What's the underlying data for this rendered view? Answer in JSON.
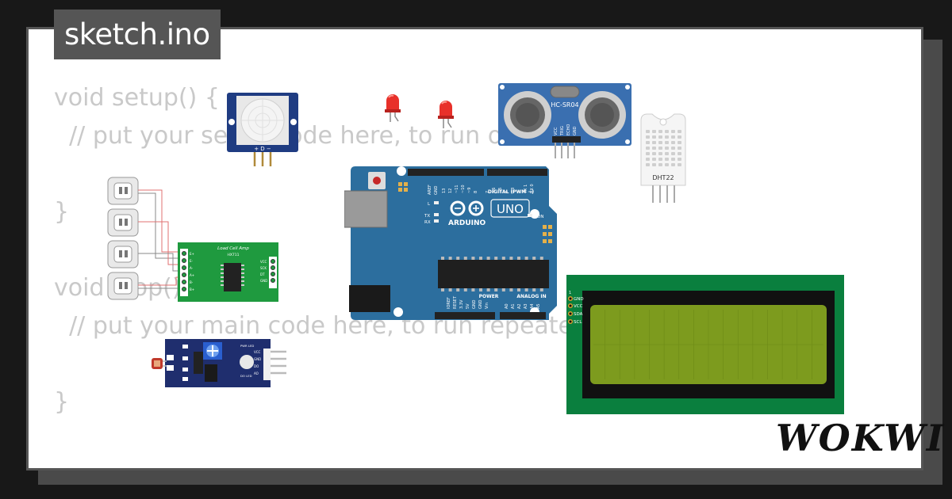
{
  "header": {
    "filename": "sketch.ino"
  },
  "code_lines": [
    "void setup() {",
    "  // put your setup code here, to run once:",
    "",
    "}",
    "",
    "void loop() {",
    "  // put your main code here, to run repeatedly:",
    "",
    "}"
  ],
  "brand": {
    "logo_text": "WOKWI"
  },
  "components": {
    "pir": {
      "pins": "+ D −"
    },
    "ultrasonic": {
      "label": "HC-SR04",
      "pins": [
        "VCC",
        "TRIG",
        "ECHO",
        "GND"
      ]
    },
    "dht": {
      "label": "DHT22"
    },
    "hx711": {
      "title": "Load Cell Amp",
      "chip": "HX711",
      "left_pins": [
        "E+",
        "E-",
        "A-",
        "A+",
        "B-",
        "B+"
      ],
      "right_pins": [
        "VCC",
        "SCK",
        "DT",
        "GND"
      ]
    },
    "arduino": {
      "brand": "ARDUINO",
      "model": "UNO",
      "digital_label": "DIGITAL (PWM ~)",
      "power_label": "POWER",
      "analog_label": "ANALOG IN",
      "aref": "AREF",
      "gnd": "GND",
      "led_l": "L",
      "tx": "TX",
      "rx": "RX",
      "on": "ON",
      "digital_pins": [
        "13",
        "12",
        "~11",
        "~10",
        "~9",
        "8",
        "7",
        "~6",
        "~5",
        "4",
        "~3",
        "2",
        "TX 1",
        "RX 0"
      ],
      "power_pins": [
        "IOREF",
        "RESET",
        "3.3V",
        "5V",
        "GND",
        "GND",
        "Vin"
      ],
      "analog_pins": [
        "A0",
        "A1",
        "A2",
        "A3",
        "A4",
        "A5"
      ]
    },
    "lcd": {
      "pins": [
        "GND",
        "VCC",
        "SDA",
        "SCL"
      ],
      "pin_index": "1"
    },
    "ldr": {
      "pins": [
        "VCC",
        "GND",
        "DO",
        "AO"
      ],
      "led1": "PWR LED",
      "led2": "DO LED"
    }
  },
  "colors": {
    "arduino_blue": "#2c6e9e",
    "lcd_green": "#0a7f3e",
    "lcd_screen": "#7d9b1e",
    "pcb_green": "#1f9a3f",
    "hcsr_blue": "#3a6fb0",
    "ldr_navy": "#1f2e6e",
    "led_red": "#e8302a",
    "code_gray": "#c9c9c9"
  }
}
